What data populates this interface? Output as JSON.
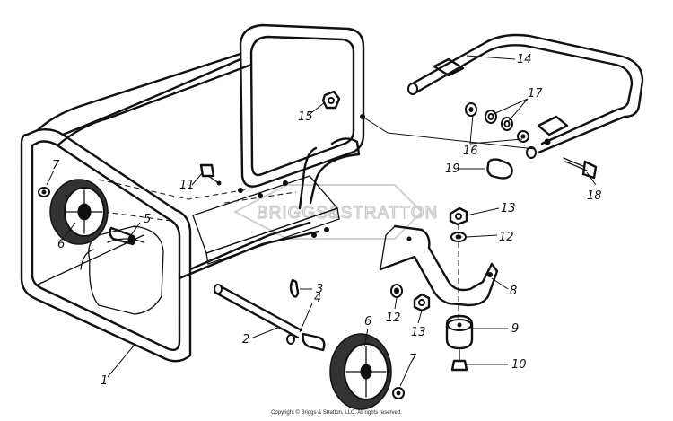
{
  "callouts": [
    {
      "id": "c1",
      "text": "1"
    },
    {
      "id": "c2",
      "text": "2"
    },
    {
      "id": "c3",
      "text": "3"
    },
    {
      "id": "c4",
      "text": "4"
    },
    {
      "id": "c5",
      "text": "5"
    },
    {
      "id": "c6a",
      "text": "6"
    },
    {
      "id": "c6b",
      "text": "6"
    },
    {
      "id": "c7a",
      "text": "7"
    },
    {
      "id": "c7b",
      "text": "7"
    },
    {
      "id": "c8",
      "text": "8"
    },
    {
      "id": "c9",
      "text": "9"
    },
    {
      "id": "c10",
      "text": "10"
    },
    {
      "id": "c11",
      "text": "11"
    },
    {
      "id": "c12a",
      "text": "12"
    },
    {
      "id": "c12b",
      "text": "12"
    },
    {
      "id": "c13a",
      "text": "13"
    },
    {
      "id": "c13b",
      "text": "13"
    },
    {
      "id": "c14",
      "text": "14"
    },
    {
      "id": "c15",
      "text": "15"
    },
    {
      "id": "c16",
      "text": "16"
    },
    {
      "id": "c17",
      "text": "17"
    },
    {
      "id": "c18",
      "text": "18"
    },
    {
      "id": "c19",
      "text": "19"
    }
  ],
  "watermark": "BRIGGS&STRATTON",
  "copyright": "Copyright © Briggs & Stratton, LLC. All rights reserved."
}
